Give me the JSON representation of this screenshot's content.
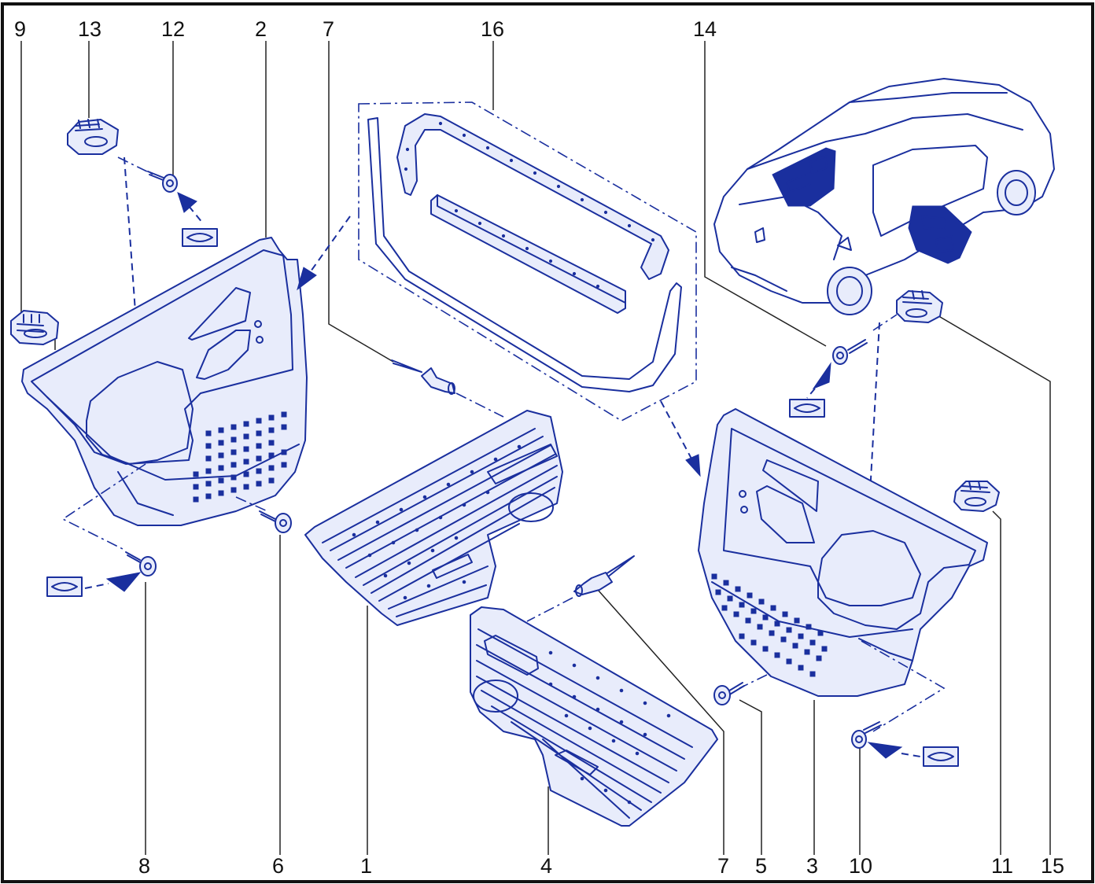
{
  "labels": {
    "top": [
      "9",
      "13",
      "12",
      "2",
      "7",
      "16",
      "14"
    ],
    "bottom": [
      "8",
      "6",
      "1",
      "4",
      "7",
      "5",
      "3",
      "10",
      "11",
      "15"
    ]
  },
  "colors": {
    "line": "#1a2f9e",
    "frame": "#111111",
    "background": "#ffffff"
  }
}
